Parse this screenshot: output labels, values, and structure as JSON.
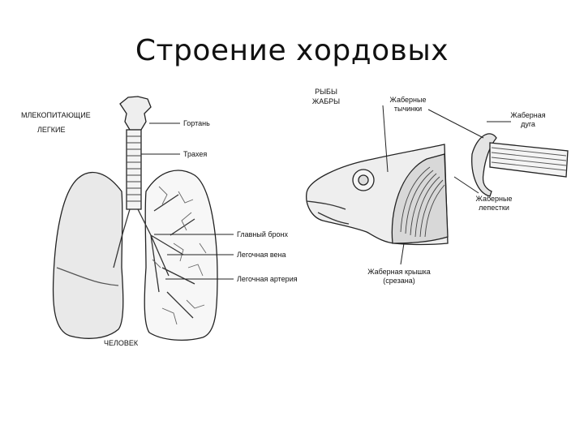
{
  "slide": {
    "title": "Строение хордовых"
  },
  "mammal": {
    "heading_1": "МЛЕКОПИТАЮЩИЕ",
    "heading_2": "ЛЕГКИЕ",
    "caption": "ЧЕЛОВЕК",
    "labels": {
      "larynx": "Гортань",
      "trachea": "Трахея",
      "main_bronchus": "Главный бронх",
      "pulmonary_vein": "Легочная вена",
      "pulmonary_artery": "Легочная артерия"
    }
  },
  "fish": {
    "heading_1": "РЫБЫ",
    "heading_2": "ЖАБРЫ",
    "labels": {
      "gill_rakers_1": "Жаберные",
      "gill_rakers_2": "тычинки",
      "gill_arch_1": "Жаберная",
      "gill_arch_2": "дуга",
      "gill_filaments_1": "Жаберные",
      "gill_filaments_2": "лепестки",
      "operculum_1": "Жаберная крышка",
      "operculum_2": "(срезана)"
    }
  }
}
